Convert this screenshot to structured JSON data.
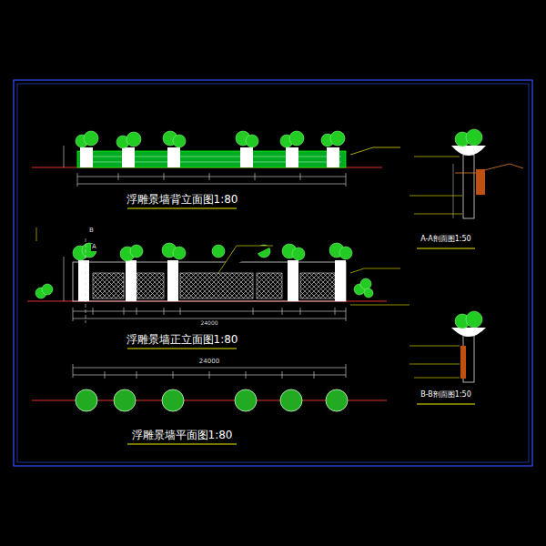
{
  "diagram": {
    "labels": [
      "浮雕景墙背立面图1:80",
      "A-A剖面图1:50",
      "浮雕景墙正立面图1:80",
      "B-B剖面图1:50",
      "浮雕景墙平面图1:80",
      "24000",
      "24000",
      "A",
      "B"
    ]
  }
}
